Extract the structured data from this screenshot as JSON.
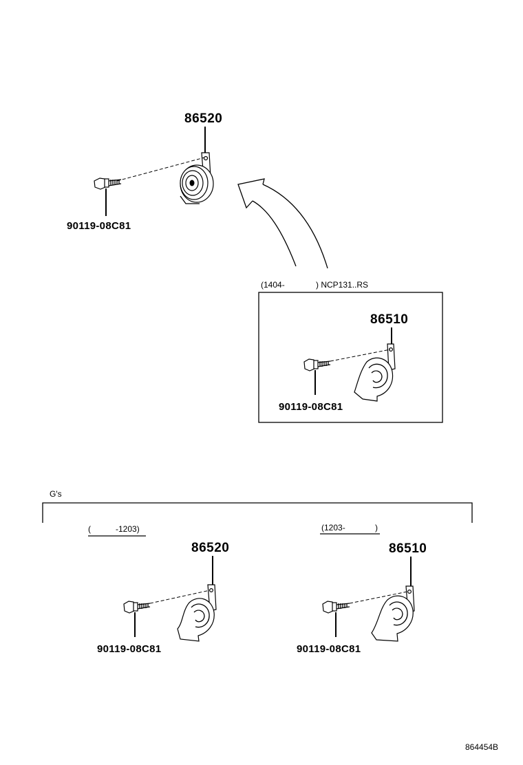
{
  "parts": {
    "top_horn": "86520",
    "top_bolt": "90119-08C81",
    "box_horn": "86510",
    "box_bolt": "90119-08C81",
    "left_horn": "86520",
    "left_bolt": "90119-08C81",
    "right_horn": "86510",
    "right_bolt": "90119-08C81"
  },
  "conditions": {
    "box_open": "(1404-",
    "box_close": ") NCP131..RS",
    "group": "G's",
    "left_open": "(",
    "left_close": "-1203)",
    "right_open": "(1203-",
    "right_close": ")"
  },
  "diagram_id": "864454B"
}
